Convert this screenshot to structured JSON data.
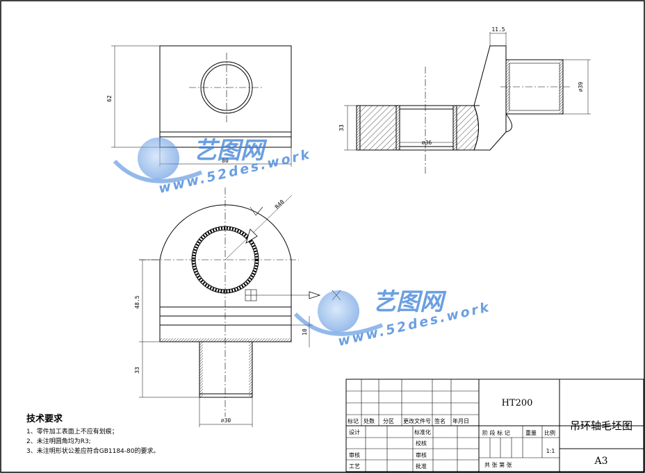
{
  "dimensions": {
    "top_height": "62",
    "top_width": "80",
    "side_top_width": "11.5",
    "side_right_dia": "∅39",
    "side_left_height": "33",
    "side_bore": "∅36",
    "front_radius": "R40",
    "front_height": "48.5",
    "front_step": "10",
    "front_shank_height": "33",
    "front_shank_dia": "∅30"
  },
  "tech_requirements": {
    "heading": "技术要求",
    "items": [
      "1、零件加工表面上不应有划痕；",
      "2、未注明圆角均为R3;",
      "3、未注明形状公差应符合GB1184-80的要求。"
    ]
  },
  "title_block": {
    "material": "HT200",
    "drawing_name": "吊环轴毛坯图",
    "sheet_size": "A3",
    "scale": "1:1",
    "labels": {
      "mark": "标记",
      "count": "处数",
      "zone": "分区",
      "change_doc": "更改文件号",
      "signature": "签名",
      "date": "年月日",
      "design": "设计",
      "standardize": "标准化",
      "check": "校核",
      "review": "审核",
      "process": "工艺",
      "approve": "批准",
      "stage_mark": "阶 段 标 记",
      "weight": "重量",
      "scale_label": "比例",
      "sheets": "共    张  第    张"
    }
  },
  "watermark": {
    "brand": "艺图网",
    "url": "www.52des.work",
    "color": "#3a7fd8"
  }
}
